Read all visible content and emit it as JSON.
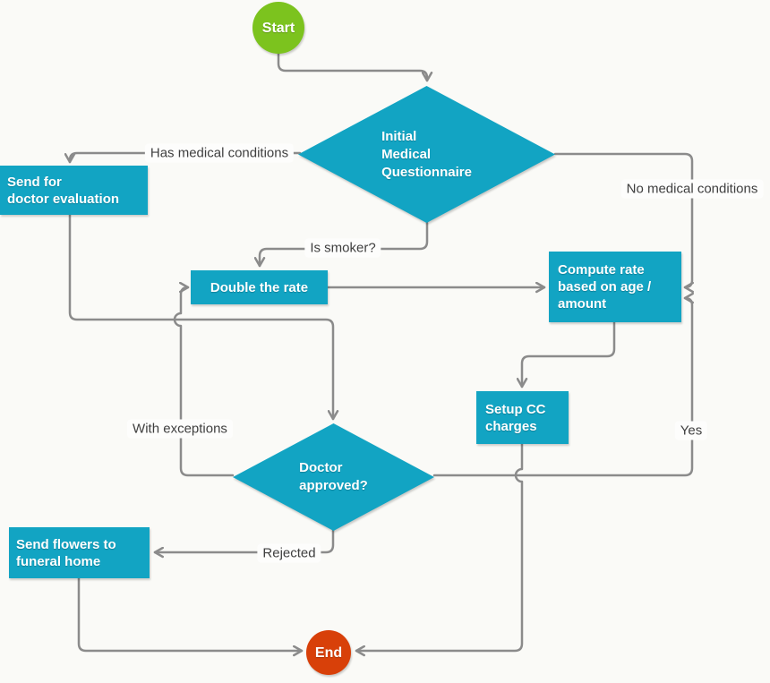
{
  "diagram": {
    "background_color": "#FAFAF7",
    "connector_color": "#8B8B8B",
    "node_color": "#12A4C3",
    "start_color": "#7CC31E",
    "end_color": "#D84009",
    "nodes": {
      "start": {
        "type": "start",
        "label": "Start"
      },
      "initial_medical_questionnaire": {
        "type": "decision",
        "label": "Initial\nMedical\nQuestionnaire"
      },
      "send_for_doctor_evaluation": {
        "type": "process",
        "label": "Send for\ndoctor evaluation"
      },
      "double_the_rate": {
        "type": "process",
        "label": "Double the rate"
      },
      "compute_rate": {
        "type": "process",
        "label": "Compute rate\nbased on age /\namount"
      },
      "setup_cc_charges": {
        "type": "process",
        "label": "Setup CC\ncharges"
      },
      "doctor_approved": {
        "type": "decision",
        "label": "Doctor\napproved?"
      },
      "send_flowers": {
        "type": "process",
        "label": "Send flowers to\nfuneral home"
      },
      "end": {
        "type": "end",
        "label": "End"
      }
    },
    "edges": [
      {
        "from": "start",
        "to": "initial_medical_questionnaire",
        "label": ""
      },
      {
        "from": "initial_medical_questionnaire",
        "to": "send_for_doctor_evaluation",
        "label": "Has medical conditions"
      },
      {
        "from": "initial_medical_questionnaire",
        "to": "double_the_rate",
        "label": "Is smoker?"
      },
      {
        "from": "initial_medical_questionnaire",
        "to": "compute_rate",
        "label": "No medical conditions"
      },
      {
        "from": "double_the_rate",
        "to": "compute_rate",
        "label": ""
      },
      {
        "from": "compute_rate",
        "to": "setup_cc_charges",
        "label": ""
      },
      {
        "from": "send_for_doctor_evaluation",
        "to": "doctor_approved",
        "label": ""
      },
      {
        "from": "doctor_approved",
        "to": "double_the_rate",
        "label": "With exceptions"
      },
      {
        "from": "doctor_approved",
        "to": "compute_rate",
        "label": "Yes"
      },
      {
        "from": "doctor_approved",
        "to": "send_flowers",
        "label": "Rejected"
      },
      {
        "from": "send_flowers",
        "to": "end",
        "label": ""
      },
      {
        "from": "setup_cc_charges",
        "to": "end",
        "label": ""
      }
    ]
  }
}
